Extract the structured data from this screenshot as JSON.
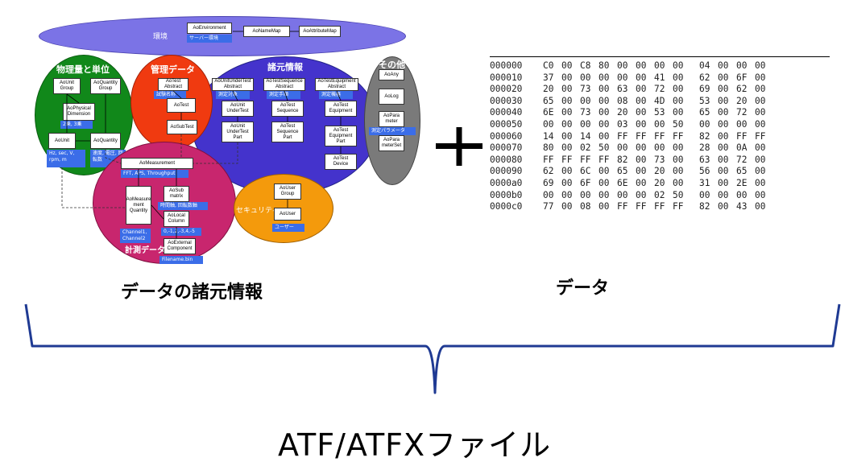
{
  "diagram": {
    "environment": {
      "title": "環境",
      "box": "AoEnvironment",
      "tag": "サーバー環境",
      "namemap": "AoNameMap",
      "attrmap": "AoAttributeMap"
    },
    "physics": {
      "title": "物理量と単位",
      "unitgroup": "AoUnit Group",
      "qgroup": "AoQuantity Group",
      "physdim": "AoPhysical Dimension",
      "dimtag": "2乗, 3乗",
      "unit": "AoUnit",
      "quantity": "AoQuantity",
      "unittag": "Hz, sec, V, rpm, m",
      "qtag": "速度, 電圧, 回転数"
    },
    "management": {
      "title": "管理データ",
      "testabs": "AoTest Abstract",
      "testtag": "試験名称",
      "test": "AoTest",
      "subtest": "AoSubTest"
    },
    "specs": {
      "title": "諸元情報",
      "uutabs": "AoUnitUnderTest Abstract",
      "uuttag": "測定対象",
      "uut": "AoUnit UnderTest",
      "uutpart": "AoUnit UnderTest Part",
      "seqabs": "AoTestSequence Abstract",
      "seqtag": "測定手順",
      "seq": "AoTest Sequence",
      "seqpart": "AoTest Sequence Part",
      "eqabs": "AoTestEquipment Abstract",
      "eqtag": "測定機器",
      "eq": "AoTest Equipment",
      "eqpart": "AoTest Equipment Part",
      "device": "AoTest Device"
    },
    "other": {
      "title": "その他",
      "any": "AoAny",
      "log": "AoLog",
      "param": "AoPara meter",
      "paramtag": "測定パラメータ",
      "paramset": "AoPara meterSet"
    },
    "measurement": {
      "title": "計測データ",
      "meas": "AoMeasurement",
      "meastag": "FFT, APS, Throughput",
      "mq": "AoMeasure ment Quantity",
      "mqtag": "Channel1, Channel2",
      "submatrix": "AoSub matrix",
      "subtag": "時間軸, 回転数軸",
      "localcol": "AoLocal Column",
      "coltag": "0,-1,2,-3,4,-5",
      "extcomp": "AoExternal Component",
      "exttag": "Filename.bin"
    },
    "security": {
      "title": "セキュリティ",
      "usergroup": "AoUser Group",
      "user": "AoUser",
      "usertag": "ユーザー"
    }
  },
  "plus": "+",
  "hexdump": [
    {
      "addr": "000000",
      "bytes": [
        "C0",
        "00",
        "C8",
        "80",
        "00",
        "00",
        "00",
        "00",
        "04",
        "00",
        "00",
        "00"
      ]
    },
    {
      "addr": "000010",
      "bytes": [
        "37",
        "00",
        "00",
        "00",
        "00",
        "00",
        "41",
        "00",
        "62",
        "00",
        "6F",
        "00"
      ]
    },
    {
      "addr": "000020",
      "bytes": [
        "20",
        "00",
        "73",
        "00",
        "63",
        "00",
        "72",
        "00",
        "69",
        "00",
        "62",
        "00"
      ]
    },
    {
      "addr": "000030",
      "bytes": [
        "65",
        "00",
        "00",
        "00",
        "08",
        "00",
        "4D",
        "00",
        "53",
        "00",
        "20",
        "00"
      ]
    },
    {
      "addr": "000040",
      "bytes": [
        "6E",
        "00",
        "73",
        "00",
        "20",
        "00",
        "53",
        "00",
        "65",
        "00",
        "72",
        "00"
      ]
    },
    {
      "addr": "000050",
      "bytes": [
        "00",
        "00",
        "00",
        "00",
        "03",
        "00",
        "00",
        "50",
        "00",
        "00",
        "00",
        "00"
      ]
    },
    {
      "addr": "000060",
      "bytes": [
        "14",
        "00",
        "14",
        "00",
        "FF",
        "FF",
        "FF",
        "FF",
        "82",
        "00",
        "FF",
        "FF"
      ]
    },
    {
      "addr": "000070",
      "bytes": [
        "80",
        "00",
        "02",
        "50",
        "00",
        "00",
        "00",
        "00",
        "28",
        "00",
        "0A",
        "00"
      ]
    },
    {
      "addr": "000080",
      "bytes": [
        "FF",
        "FF",
        "FF",
        "FF",
        "82",
        "00",
        "73",
        "00",
        "63",
        "00",
        "72",
        "00"
      ]
    },
    {
      "addr": "000090",
      "bytes": [
        "62",
        "00",
        "6C",
        "00",
        "65",
        "00",
        "20",
        "00",
        "56",
        "00",
        "65",
        "00"
      ]
    },
    {
      "addr": "0000a0",
      "bytes": [
        "69",
        "00",
        "6F",
        "00",
        "6E",
        "00",
        "20",
        "00",
        "31",
        "00",
        "2E",
        "00"
      ]
    },
    {
      "addr": "0000b0",
      "bytes": [
        "00",
        "00",
        "00",
        "00",
        "00",
        "00",
        "02",
        "50",
        "00",
        "00",
        "00",
        "00"
      ]
    },
    {
      "addr": "0000c0",
      "bytes": [
        "77",
        "00",
        "08",
        "00",
        "FF",
        "FF",
        "FF",
        "FF",
        "82",
        "00",
        "43",
        "00"
      ]
    }
  ],
  "labels": {
    "left": "データの諸元情報",
    "right": "データ",
    "bottom": "ATF/ATFXファイル"
  },
  "colors": {
    "environment": "#7b73e6",
    "physics": "#11881a",
    "management": "#f03a10",
    "specs": "#4433cc",
    "other": "#7a7a7a",
    "measurement": "#c8266e",
    "security": "#f49a0c",
    "tag": "#3b6de8",
    "brace": "#1f3a93"
  }
}
